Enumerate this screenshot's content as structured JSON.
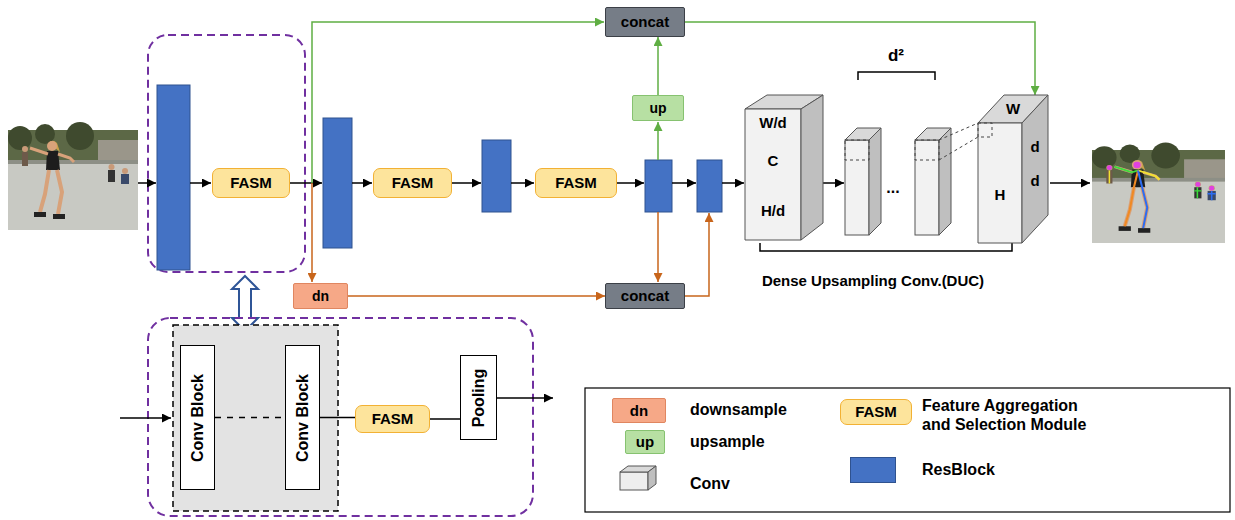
{
  "diagram": {
    "nodes": [
      {
        "text": [
          "concat"
        ]
      },
      {
        "text": [
          "up"
        ]
      },
      {
        "text": [
          "FASM"
        ]
      },
      {
        "text": [
          "FASM"
        ]
      },
      {
        "text": [
          "FASM"
        ]
      },
      {
        "text": [
          "W/d",
          "C",
          "H/d"
        ]
      },
      {
        "text": [
          "W",
          "d",
          "d",
          "H"
        ]
      },
      {
        "text": [
          "dn"
        ]
      },
      {
        "text": [
          "concat"
        ]
      },
      {
        "text": [
          "Conv Block"
        ]
      },
      {
        "text": [
          "Conv Block"
        ]
      },
      {
        "text": [
          "FASM"
        ]
      },
      {
        "text": [
          "Pooling"
        ]
      }
    ],
    "edges": [
      {
        "from": 1,
        "to": 0,
        "arrow": "to"
      },
      {
        "from": 0,
        "to": 6,
        "arrow": "to"
      },
      {
        "from": 7,
        "to": 8,
        "arrow": "to"
      },
      {
        "from": 9,
        "to": 10,
        "arrow": "none"
      },
      {
        "from": 10,
        "to": 11,
        "arrow": "none"
      },
      {
        "from": 11,
        "to": 12,
        "arrow": "none"
      }
    ],
    "labels": [
      "d²",
      "...",
      "Dense Upsampling Conv.(DUC)",
      "dn",
      "FASM",
      "up"
    ],
    "legend": [
      {
        "text": "downsample",
        "color": "#f6a887"
      },
      {
        "text": "Feature Aggregation and Selection Module",
        "color": "#fde49c"
      },
      {
        "text": "upsample",
        "color": "#b7e0a3"
      },
      {
        "text": "Conv"
      },
      {
        "text": "ResBlock",
        "color": "#4472c4"
      }
    ]
  }
}
